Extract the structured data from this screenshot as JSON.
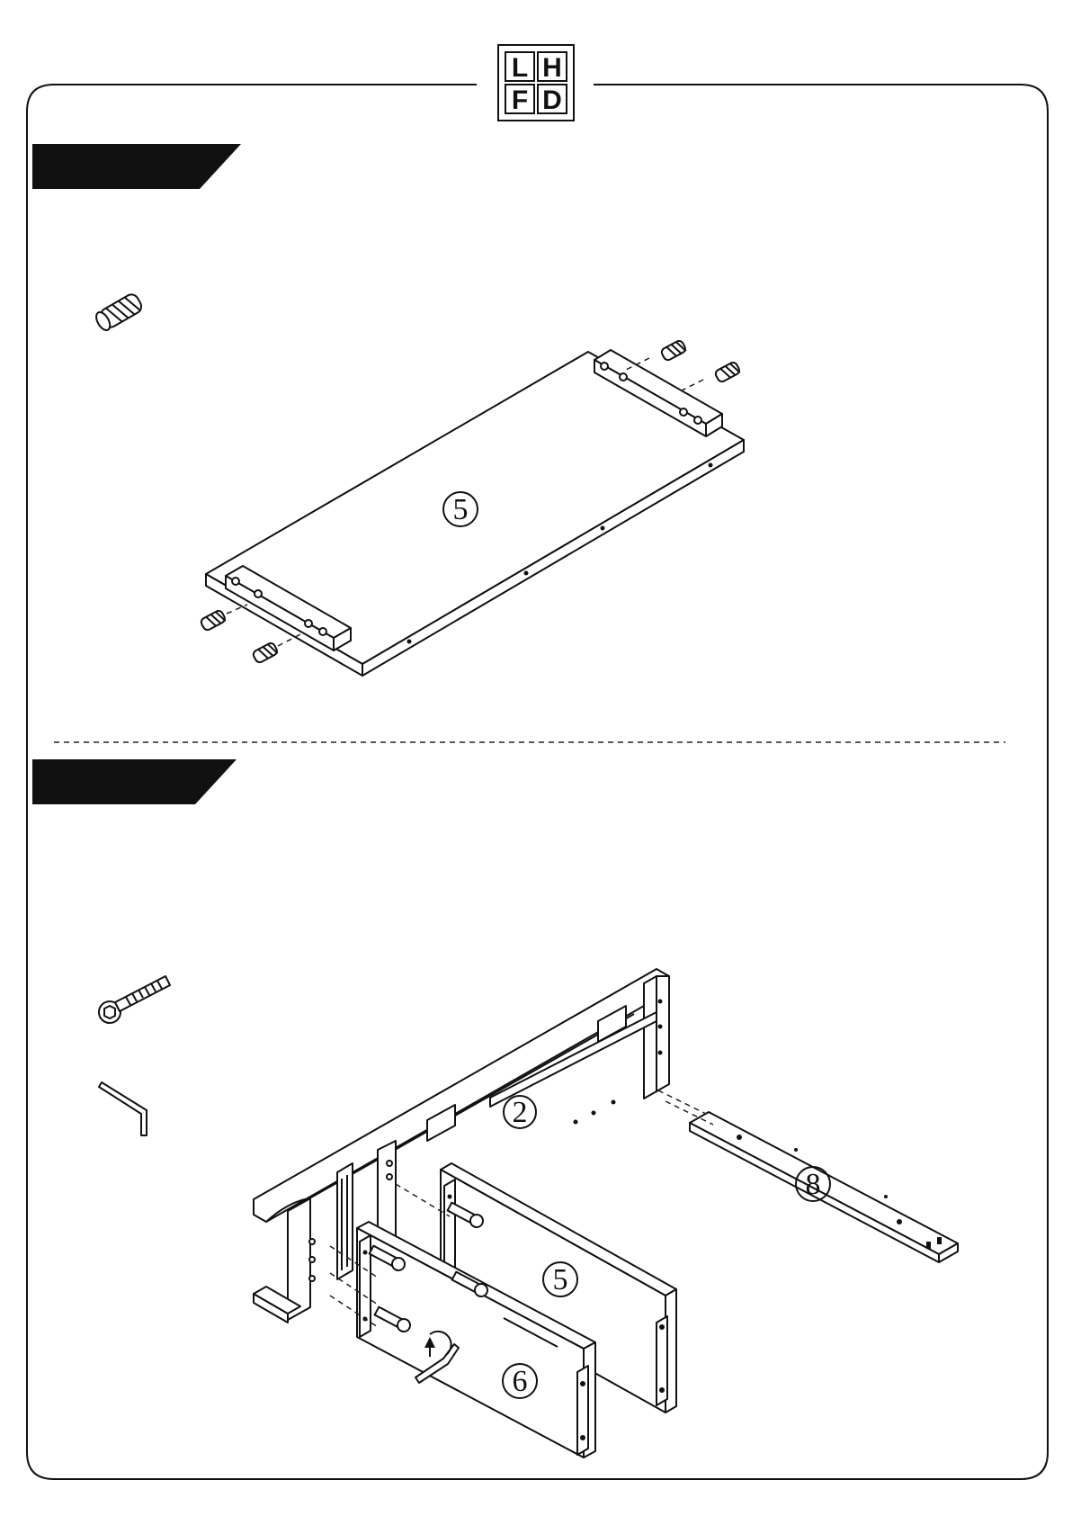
{
  "logo": {
    "letters": [
      "L",
      "H",
      "F",
      "D"
    ]
  },
  "step1": {
    "part_labels": {
      "panel": "5"
    }
  },
  "step2": {
    "part_labels": {
      "back": "2",
      "shelf": "5",
      "bottom": "6",
      "rail": "8"
    }
  }
}
